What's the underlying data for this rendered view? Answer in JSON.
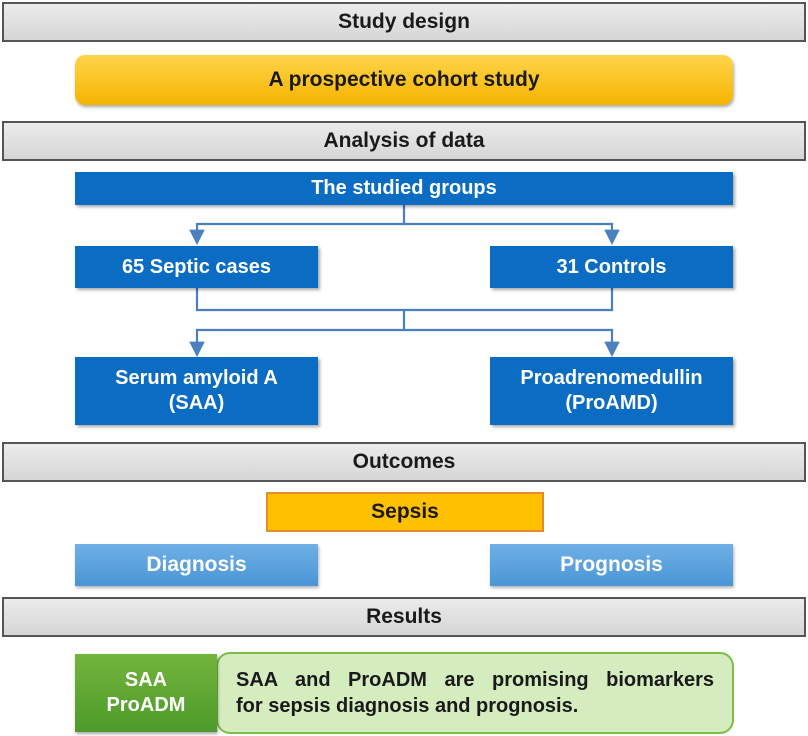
{
  "sections": {
    "study_design": "Study design",
    "analysis": "Analysis of data",
    "outcomes": "Outcomes",
    "results": "Results"
  },
  "study_type": "A prospective cohort study",
  "groups": {
    "title": "The studied groups",
    "septic": "65 Septic cases",
    "controls": "31 Controls"
  },
  "markers": {
    "saa_line1": "Serum amyloid A",
    "saa_line2": "(SAA)",
    "proadm_line1": "Proadrenomedullin",
    "proadm_line2": "(ProAMD)"
  },
  "outcome": {
    "sepsis": "Sepsis",
    "diagnosis": "Diagnosis",
    "prognosis": "Prognosis"
  },
  "result": {
    "tag_line1": "SAA",
    "tag_line2": "ProADM",
    "conclusion_line1": "SAA and ProADM are promising biomarkers",
    "conclusion_line2": "for sepsis diagnosis and prognosis."
  },
  "colors": {
    "primary_blue": "#0a6cc2",
    "arrow_blue": "#4a80c0",
    "yellow": "#ffc000",
    "green": "#5aa532"
  }
}
